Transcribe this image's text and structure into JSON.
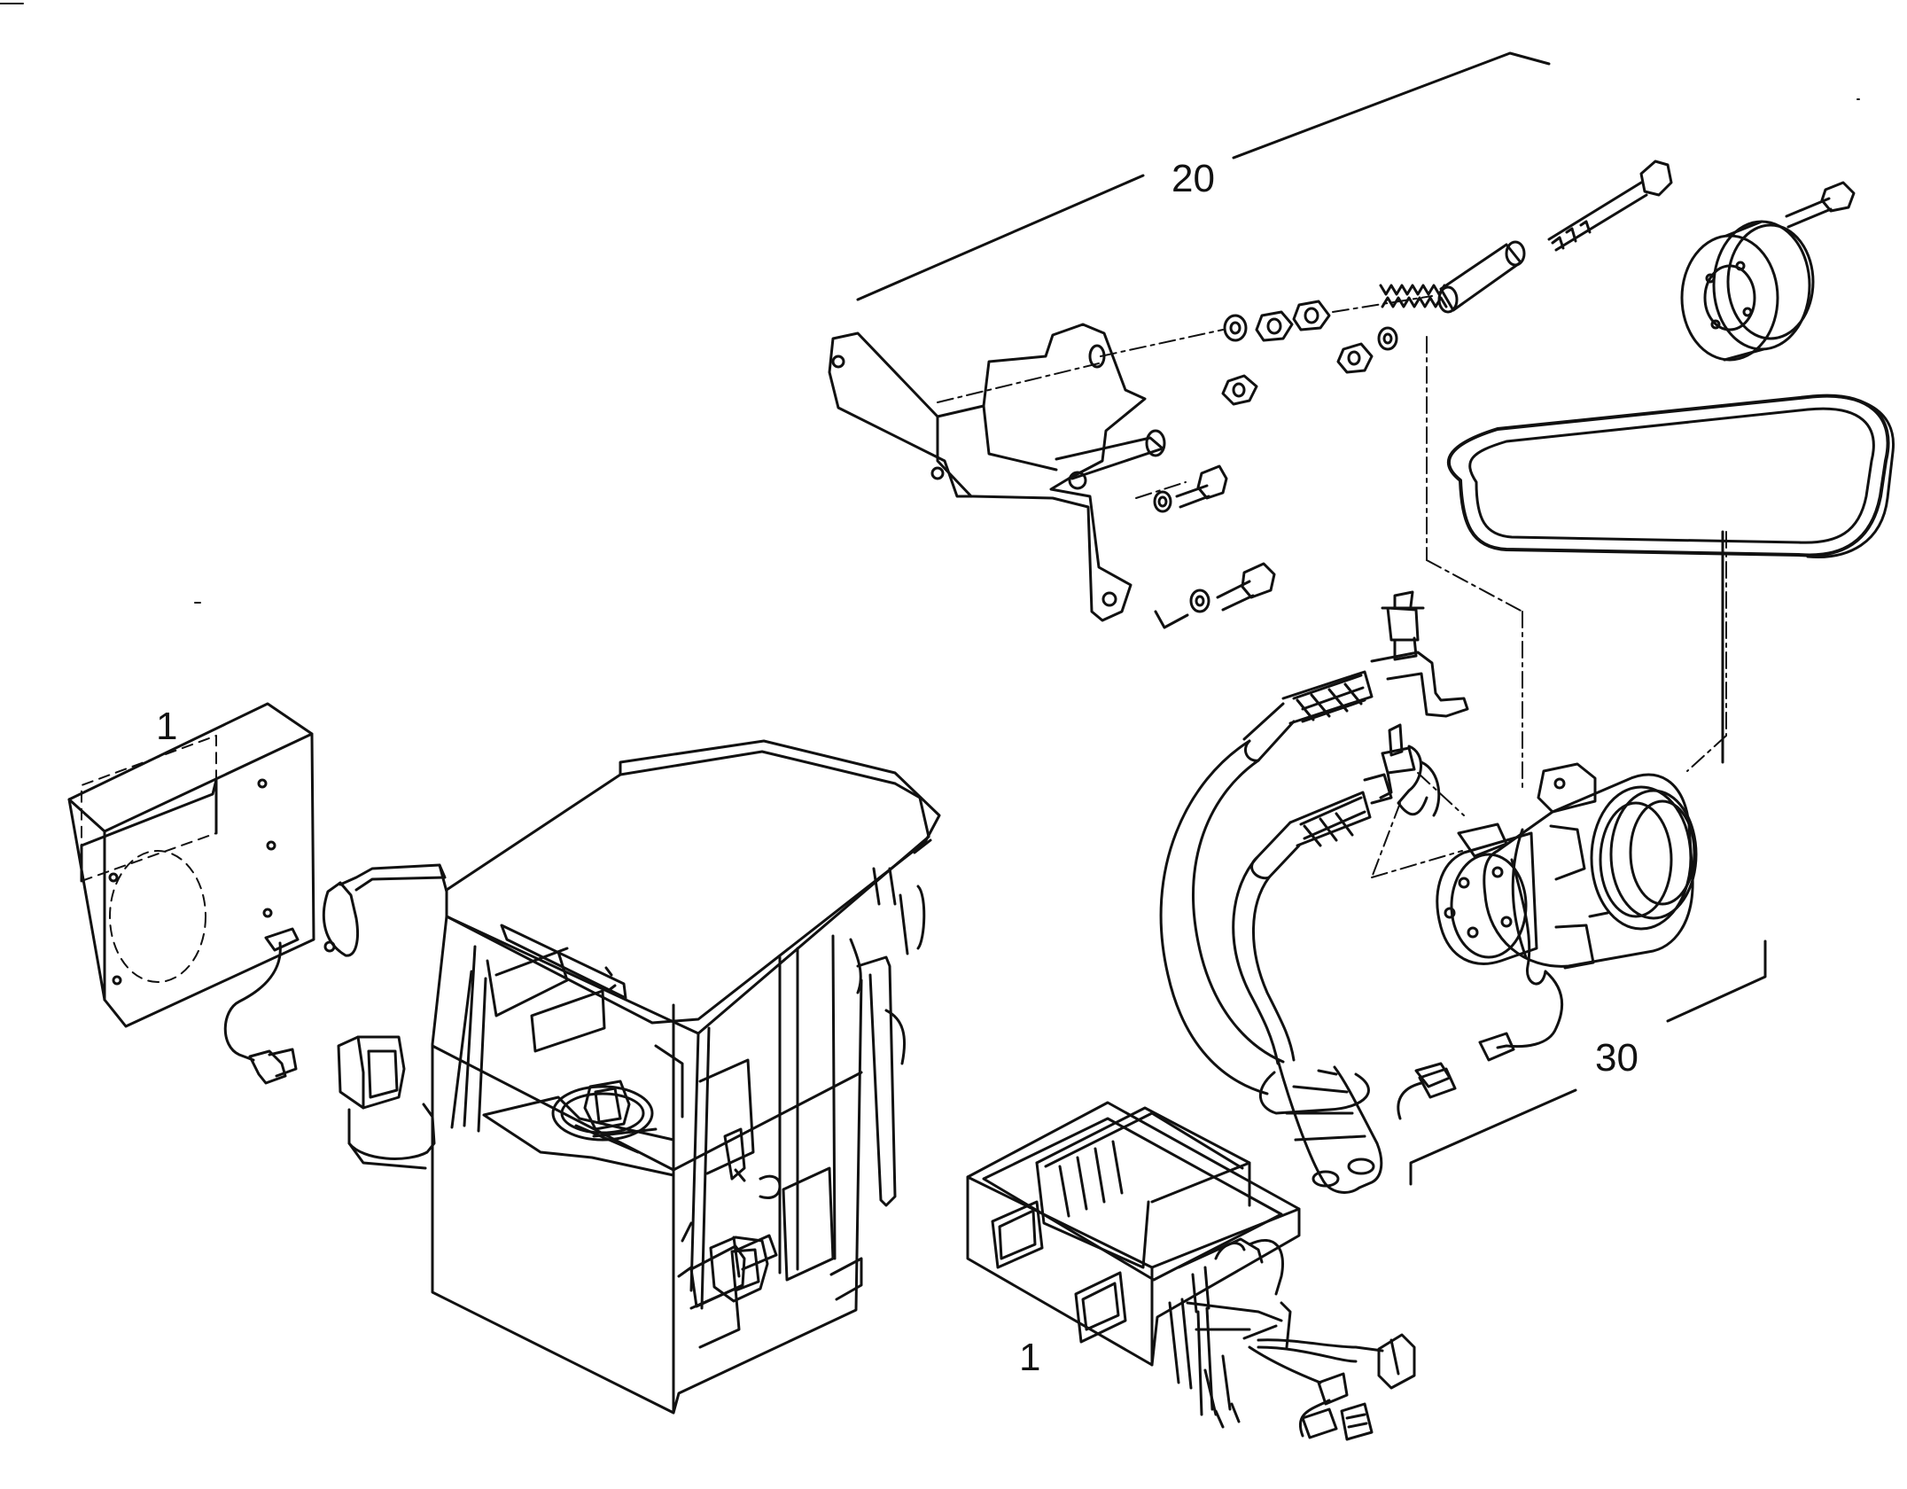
{
  "diagram": {
    "callouts": {
      "bracket_group": "20",
      "compressor_group": "30",
      "roof_unit": "1",
      "heater_unit": "1"
    }
  }
}
